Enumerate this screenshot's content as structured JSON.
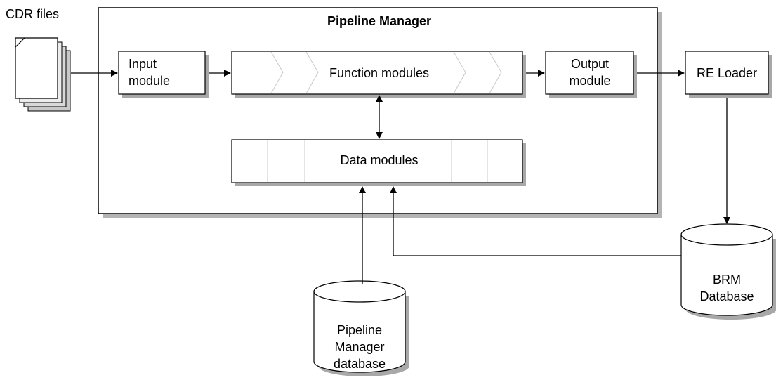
{
  "diagram": {
    "cdr_files_label": "CDR files",
    "pipeline_manager_title": "Pipeline Manager",
    "input_module": {
      "line1": "Input",
      "line2": "module"
    },
    "function_modules": "Function modules",
    "output_module": {
      "line1": "Output",
      "line2": "module"
    },
    "re_loader": "RE Loader",
    "data_modules": "Data modules",
    "brm_database": {
      "line1": "BRM",
      "line2": "Database"
    },
    "pipeline_db": {
      "line1": "Pipeline",
      "line2": "Manager",
      "line3": "database"
    }
  }
}
